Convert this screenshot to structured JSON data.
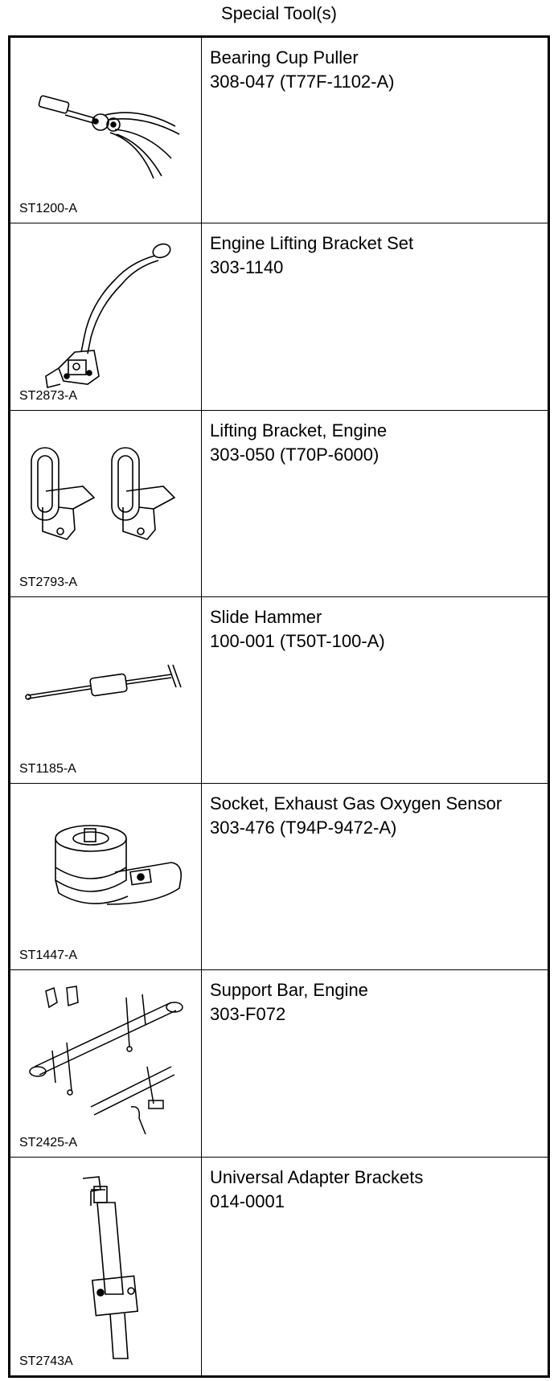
{
  "header": {
    "title": "Special Tool(s)"
  },
  "tools": [
    {
      "code": "ST1200-A",
      "name": "Bearing Cup Puller",
      "number": "308-047 (T77F-1102-A)",
      "icon": "bearing-cup-puller-illustration"
    },
    {
      "code": "ST2873-A",
      "name": "Engine Lifting Bracket Set",
      "number": "303-1140",
      "icon": "engine-lifting-bracket-set-illustration"
    },
    {
      "code": "ST2793-A",
      "name": "Lifting Bracket, Engine",
      "number": "303-050 (T70P-6000)",
      "icon": "lifting-bracket-illustration"
    },
    {
      "code": "ST1185-A",
      "name": "Slide Hammer",
      "number": "100-001 (T50T-100-A)",
      "icon": "slide-hammer-illustration"
    },
    {
      "code": "ST1447-A",
      "name": "Socket, Exhaust Gas Oxygen Sensor",
      "number": "303-476 (T94P-9472-A)",
      "icon": "oxygen-sensor-socket-illustration"
    },
    {
      "code": "ST2425-A",
      "name": "Support Bar, Engine",
      "number": "303-F072",
      "icon": "engine-support-bar-illustration"
    },
    {
      "code": "ST2743A",
      "name": "Universal Adapter Brackets",
      "number": "014-0001",
      "icon": "universal-adapter-brackets-illustration"
    }
  ]
}
